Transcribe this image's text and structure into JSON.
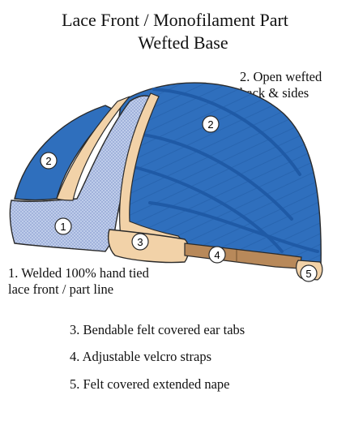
{
  "title": {
    "line1": "Lace Front / Monofilament Part",
    "line2": "Wefted Base"
  },
  "callouts": {
    "open_wefted": {
      "line1": "2. Open wefted",
      "line2": "back & sides"
    },
    "welded_lace": {
      "line1": "1. Welded 100% hand tied",
      "line2": "lace front / part line"
    }
  },
  "legend": {
    "item3": "3. Bendable felt covered ear tabs",
    "item4": "4. Adjustable velcro straps",
    "item5": "5. Felt covered extended nape"
  },
  "markers": {
    "m1": "1",
    "m2a": "2",
    "m2b": "2",
    "m3": "3",
    "m4": "4",
    "m5": "5"
  },
  "colors": {
    "weft_blue": "#2f6fbd",
    "weft_line": "#1f5aa6",
    "lace_blue": "#b8c6e6",
    "felt_tan": "#f2d2a8",
    "strap_brown": "#b8895a",
    "outline": "#2a2a2a"
  }
}
